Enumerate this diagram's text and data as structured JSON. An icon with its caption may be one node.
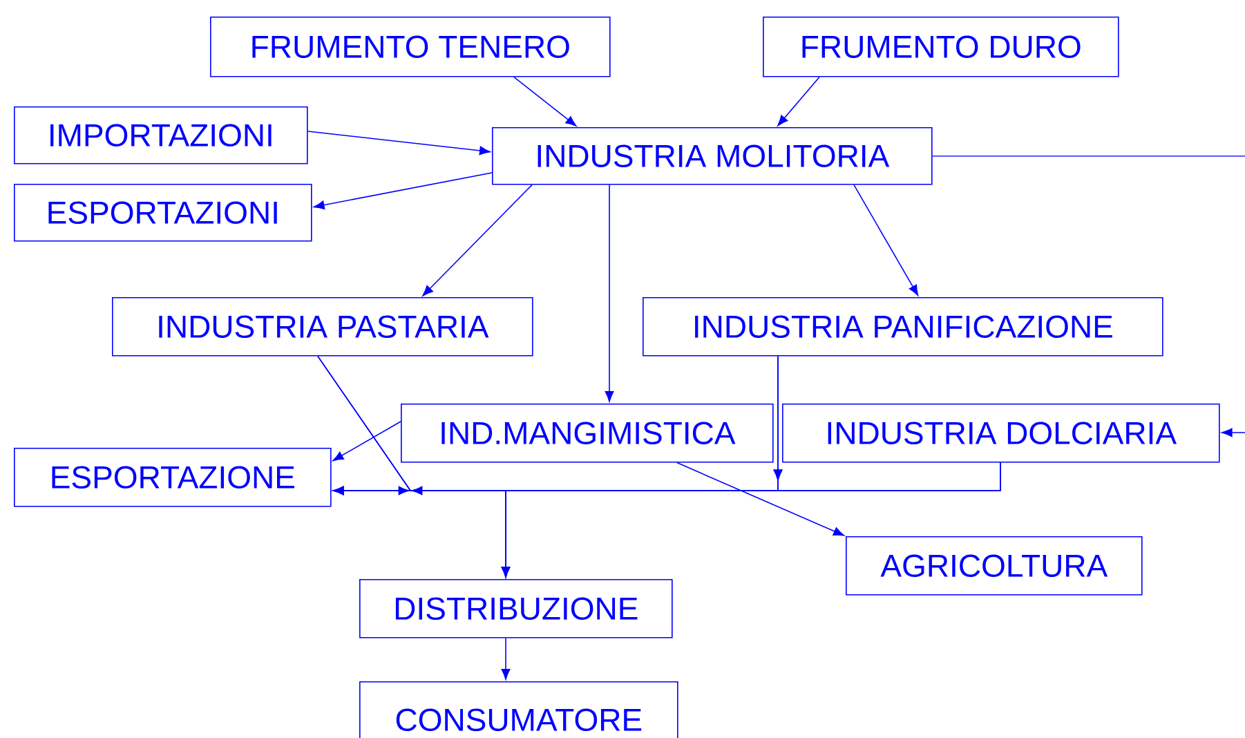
{
  "diagram": {
    "nodes": [
      {
        "text": [
          "FRUMENTO TENERO"
        ]
      },
      {
        "text": [
          "FRUMENTO DURO"
        ]
      },
      {
        "text": [
          "IMPORTAZIONI"
        ]
      },
      {
        "text": [
          "ESPORTAZIONI"
        ]
      },
      {
        "text": [
          "INDUSTRIA MOLITORIA"
        ]
      },
      {
        "text": [
          "INDUSTRIA PASTARIA"
        ]
      },
      {
        "text": [
          "INDUSTRIA PANIFICAZIONE"
        ]
      },
      {
        "text": [
          "IND.MANGIMISTICA"
        ]
      },
      {
        "text": [
          "INDUSTRIA DOLCIARIA"
        ]
      },
      {
        "text": [
          "ESPORTAZIONE"
        ]
      },
      {
        "text": [
          "AGRICOLTURA"
        ]
      },
      {
        "text": [
          "DISTRIBUZIONE"
        ]
      },
      {
        "text": [
          "CONSUMATORE"
        ]
      }
    ],
    "edges": [
      {
        "from": 0,
        "to": 4,
        "arrow": "to"
      },
      {
        "from": 1,
        "to": 4,
        "arrow": "to"
      },
      {
        "from": 2,
        "to": 4,
        "arrow": "to"
      },
      {
        "from": 4,
        "to": 3,
        "arrow": "to"
      },
      {
        "from": 4,
        "to": 5,
        "arrow": "to"
      },
      {
        "from": 4,
        "to": 7,
        "arrow": "to"
      },
      {
        "from": 4,
        "to": 6,
        "arrow": "to"
      },
      {
        "from": 4,
        "to": null,
        "arrow": "none"
      },
      {
        "from": null,
        "to": 8,
        "arrow": "to"
      },
      {
        "from": 7,
        "to": 9,
        "arrow": "to"
      },
      {
        "from": 7,
        "to": 10,
        "arrow": "to"
      },
      {
        "from": 5,
        "to": 9,
        "arrow": "to"
      },
      {
        "from": 5,
        "to": 11,
        "arrow": "to"
      },
      {
        "from": 6,
        "to": 9,
        "arrow": "to"
      },
      {
        "from": 6,
        "to": 11,
        "arrow": "to"
      },
      {
        "from": 8,
        "to": 9,
        "arrow": "to"
      },
      {
        "from": 8,
        "to": 11,
        "arrow": "to"
      },
      {
        "from": 11,
        "to": 12,
        "arrow": "to"
      }
    ]
  }
}
